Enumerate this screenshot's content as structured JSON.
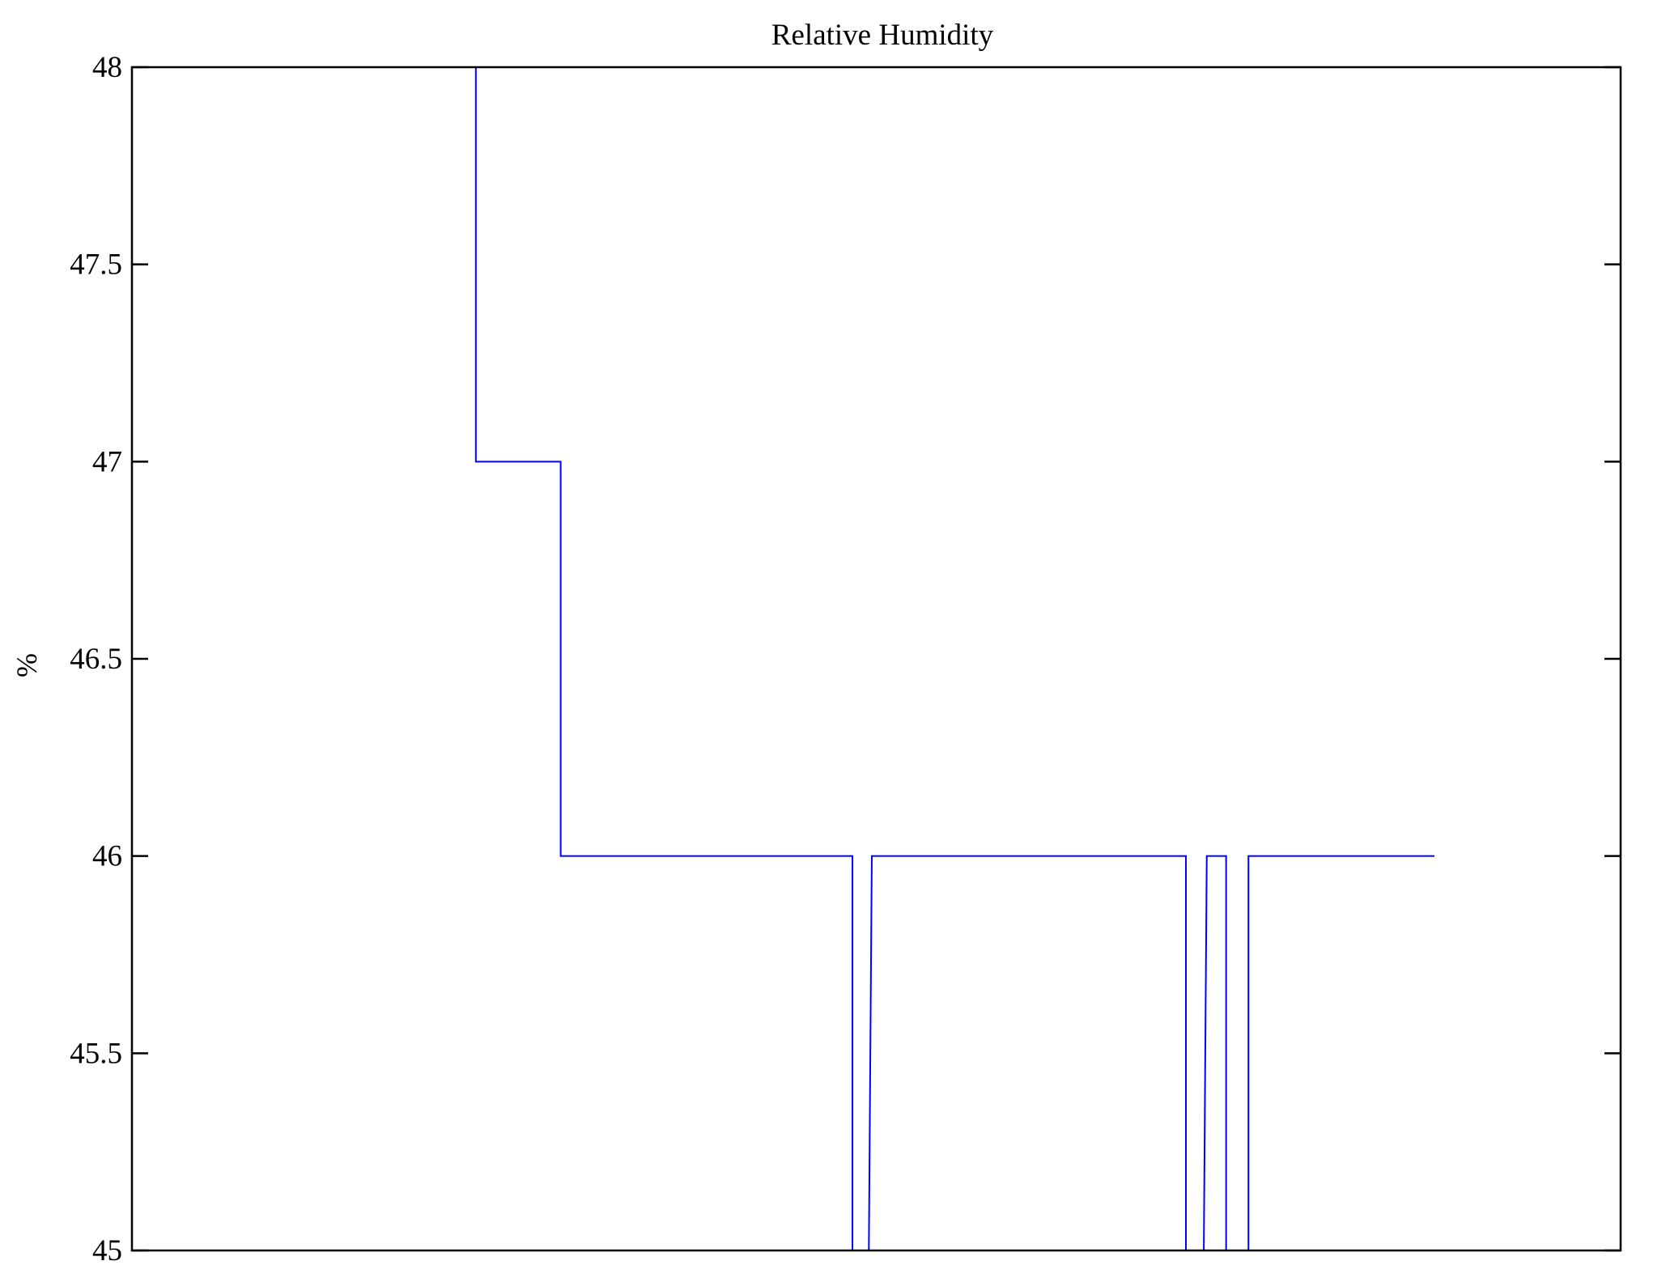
{
  "chart_data": {
    "type": "line",
    "title": "Relative Humidity",
    "xlabel": "",
    "ylabel": "%",
    "xlim": [
      0,
      100
    ],
    "ylim": [
      45,
      48
    ],
    "yticks": [
      45,
      45.5,
      46,
      46.5,
      47,
      47.5,
      48
    ],
    "ytick_labels": [
      "45",
      "45.5",
      "46",
      "46.5",
      "47",
      "47.5",
      "48"
    ],
    "xticks": [],
    "grid": false,
    "series": [
      {
        "name": "Relative Humidity",
        "color": "#0000ff",
        "x": [
          3.2,
          23.1,
          23.1,
          28.8,
          28.8,
          48.4,
          48.4,
          49.5,
          49.7,
          70.8,
          70.8,
          72.0,
          72.2,
          73.5,
          73.5,
          75.0,
          75.0,
          87.5
        ],
        "y": [
          48,
          48,
          47,
          47,
          46,
          46,
          45,
          45,
          46,
          46,
          45,
          45,
          46,
          46,
          45,
          45,
          46,
          46
        ]
      }
    ]
  }
}
